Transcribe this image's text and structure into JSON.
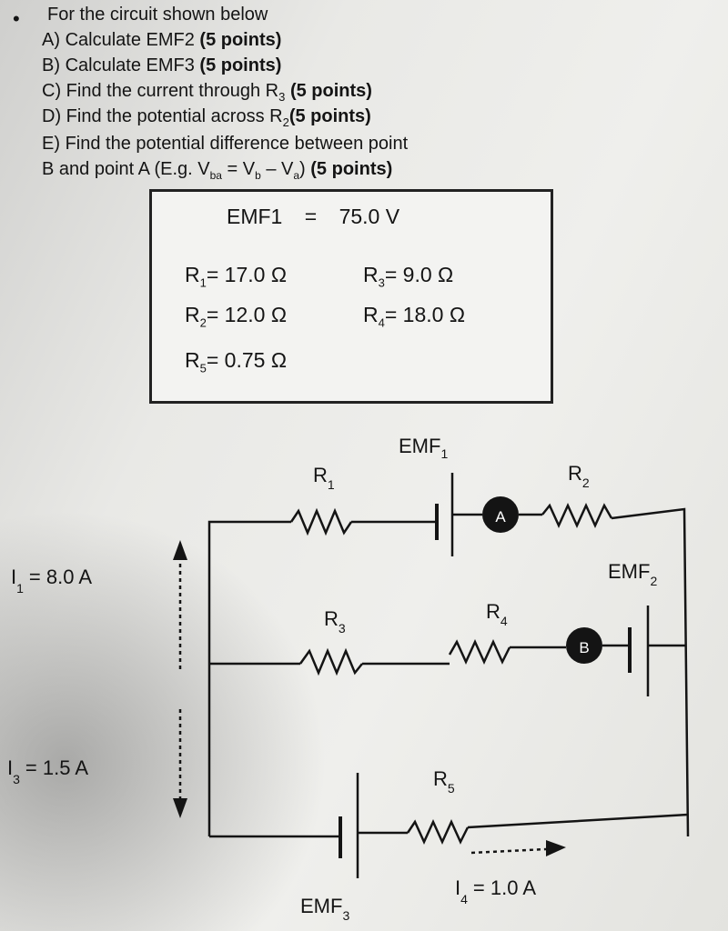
{
  "bullet": "•",
  "questions": {
    "intro": "For the circuit shown below",
    "a_label": "A)",
    "a_text": "Calculate EMF2",
    "a_pts": "(5 points)",
    "b_label": "B)",
    "b_text": "Calculate EMF3",
    "b_pts": "(5 points)",
    "c_label": "C)",
    "c_text": "Find the current through R",
    "c_sub": "3",
    "c_pts": "(5 points)",
    "d_label": "D)",
    "d_text": "Find the potential across R",
    "d_sub": "2",
    "d_pts": "(5 points)",
    "e_label": "E)",
    "e_text": "Find the potential difference between point",
    "e_line2_a": "B and point A (E.g. V",
    "e_sub_ba": "ba",
    "e_eq": " = V",
    "e_sub_b": "b",
    "e_minus": " – V",
    "e_sub_a": "a",
    "e_close": ")",
    "e_pts": "(5 points)"
  },
  "given": {
    "emf1_label": "EMF1",
    "emf1_eq": "=",
    "emf1_value": "75.0 V",
    "r1": "R",
    "r1_sub": "1",
    "r1_val": "= 17.0 Ω",
    "r3": "R",
    "r3_sub": "3",
    "r3_val": "= 9.0 Ω",
    "r2": "R",
    "r2_sub": "2",
    "r2_val": "= 12.0 Ω",
    "r4": "R",
    "r4_sub": "4",
    "r4_val": "= 18.0 Ω",
    "r5": "R",
    "r5_sub": "5",
    "r5_val": "= 0.75 Ω"
  },
  "circuit": {
    "emf1": "EMF",
    "emf1_sub": "1",
    "emf2": "EMF",
    "emf2_sub": "2",
    "emf3": "EMF",
    "emf3_sub": "3",
    "r1": "R",
    "r1_sub": "1",
    "r2": "R",
    "r2_sub": "2",
    "r3": "R",
    "r3_sub": "3",
    "r4": "R",
    "r4_sub": "4",
    "r5": "R",
    "r5_sub": "5",
    "point_a": "A",
    "point_b": "B",
    "i1": "I",
    "i1_sub": "1",
    "i1_val": "= 8.0 A",
    "i3": "I",
    "i3_sub": "3",
    "i3_val": "= 1.5 A",
    "i4": "I",
    "i4_sub": "4",
    "i4_val": "= 1.0 A"
  }
}
